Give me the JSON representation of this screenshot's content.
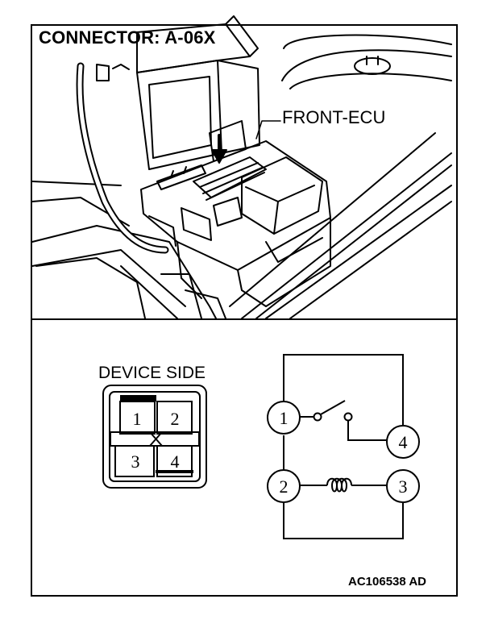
{
  "title": "CONNECTOR: A-06X",
  "callout_label": "FRONT-ECU",
  "connector_view_label": "DEVICE SIDE",
  "connector_pins": [
    "1",
    "2",
    "3",
    "4"
  ],
  "circuit_terminals": [
    "1",
    "2",
    "3",
    "4"
  ],
  "figure_code": "AC106538 AD"
}
